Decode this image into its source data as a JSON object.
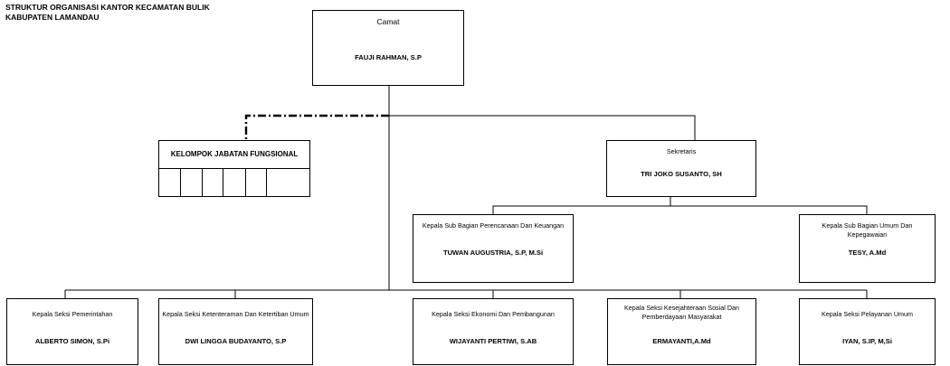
{
  "header": {
    "line1": "STRUKTUR ORGANISASI KANTOR KECAMATAN BULIK",
    "line2": "KABUPATEN LAMANDAU"
  },
  "camat": {
    "role": "Camat",
    "name": "FAUJI RAHMAN, S.P"
  },
  "fungsional": {
    "title": "KELOMPOK JABATAN FUNGSIONAL",
    "cells": 6
  },
  "sekretaris": {
    "role": "Sekretaris",
    "name": "TRI JOKO SUSANTO, SH"
  },
  "subbagian": [
    {
      "role": "Kepala Sub Bagian Perencanaan Dan Keuangan",
      "name": "TUWAN AUGUSTRIA, S.P, M.Si"
    },
    {
      "role": "Kepala Sub Bagian Umum Dan Kepegawaian",
      "name": "TESY, A.Md"
    }
  ],
  "seksi": [
    {
      "role": "Kepala Seksi Pemerintahan",
      "name": "ALBERTO SIMON, S.Pi"
    },
    {
      "role": "Kepala Seksi Ketenteraman Dan Ketertiban Umum",
      "name": "DWI LINGGA BUDAYANTO, S.P"
    },
    {
      "role": "Kepala Seksi Ekonomi Dan Pembangunan",
      "name": "WIJAYANTI PERTIWI, S.AB"
    },
    {
      "role": "Kepala Seksi Kesejahteraan Sosial Dan Pemberdayaan Masyarakat",
      "name": "ERMAYANTI,A.Md"
    },
    {
      "role": "Kepala Seksi Pelayanan Umum",
      "name": "IYAN, S.IP, M,Si"
    }
  ]
}
